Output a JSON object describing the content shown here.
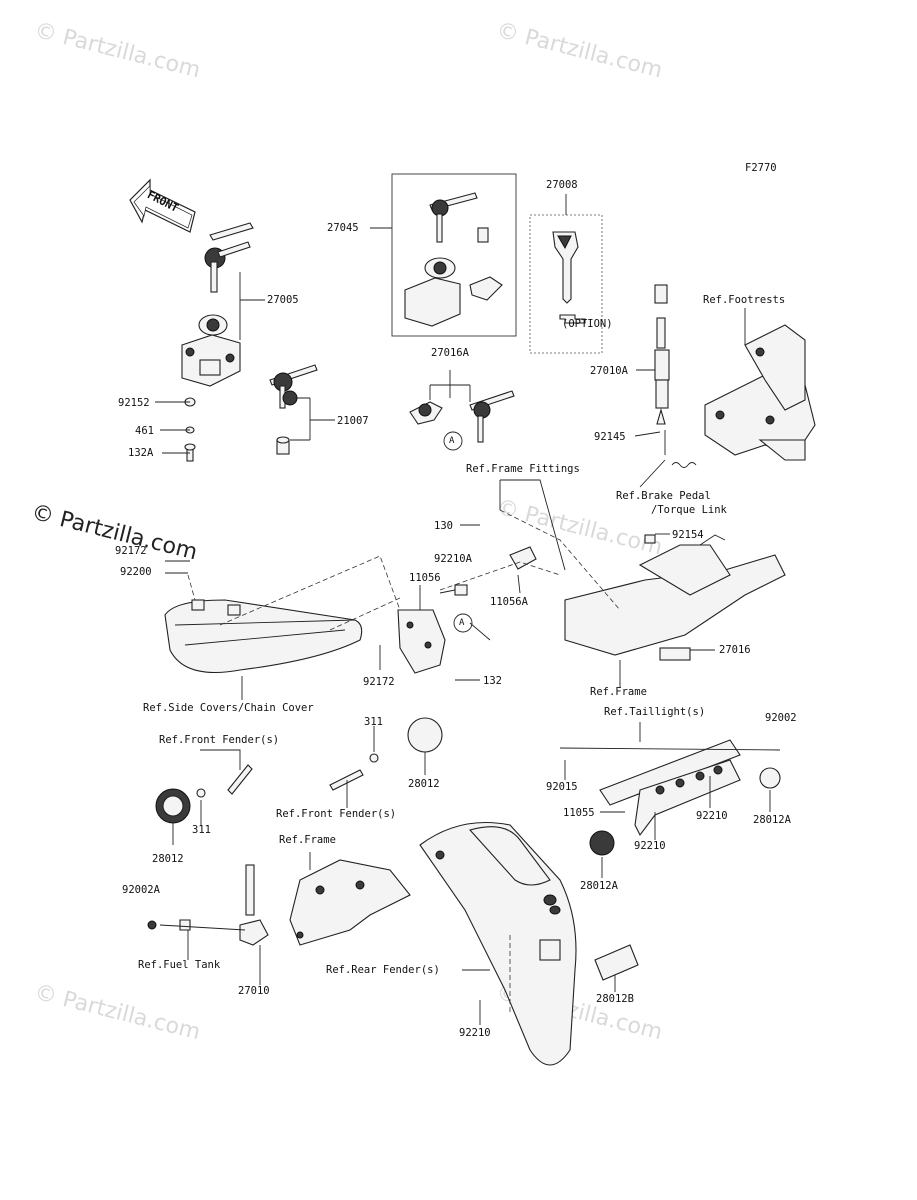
{
  "diagram": {
    "code": "F2770",
    "front_arrow": "FRONT",
    "option_label": "(OPTION)",
    "circle_marker": "A",
    "watermark": "© Partzilla.com"
  },
  "parts": {
    "p27005": "27005",
    "p92152": "92152",
    "p461": "461",
    "p132A": "132A",
    "p21007": "21007",
    "p27045": "27045",
    "p27008": "27008",
    "p27016A": "27016A",
    "p27010A": "27010A",
    "p92145": "92145",
    "p130": "130",
    "p92154": "92154",
    "p92172top": "92172",
    "p92200": "92200",
    "p92210A": "92210A",
    "p11056": "11056",
    "p11056A": "11056A",
    "p92172": "92172",
    "p132": "132",
    "p27016": "27016",
    "p311a": "311",
    "p28012a": "28012",
    "p92002": "92002",
    "p92015": "92015",
    "p11055": "11055",
    "p92210a": "92210",
    "p92210b": "92210",
    "p28012A": "28012A",
    "p28012A2": "28012A",
    "p311b": "311",
    "p28012b": "28012",
    "p92002A": "92002A",
    "p27010": "27010",
    "p28012B": "28012B",
    "p92210c": "92210"
  },
  "refs": {
    "footrests": "Ref.Footrests",
    "brake_pedal": "Ref.Brake Pedal",
    "torque_link": "/Torque Link",
    "frame_fittings": "Ref.Frame Fittings",
    "frame1": "Ref.Frame",
    "side_covers": "Ref.Side Covers/Chain Cover",
    "front_fender1": "Ref.Front Fender(s)",
    "front_fender2": "Ref.Front Fender(s)",
    "taillights": "Ref.Taillight(s)",
    "frame2": "Ref.Frame",
    "fuel_tank": "Ref.Fuel Tank",
    "rear_fender": "Ref.Rear Fender(s)"
  }
}
